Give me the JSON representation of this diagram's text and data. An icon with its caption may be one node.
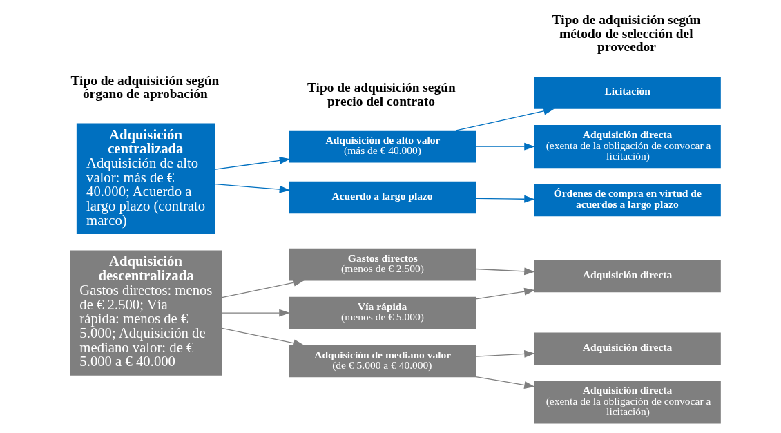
{
  "diagram": {
    "nodes": [
      {
        "text": [
          "Adquisición descentralizada",
          "Gastos directos: menos de € 2.500; Vía rápida: menos de € 5.000; Adquisición de mediano valor: de € 5.000 a € 40.000"
        ]
      },
      {
        "text": [
          "Adquisición centralizada",
          "Adquisición de alto valor: más de € 40.000; Acuerdo a largo plazo (contrato marco)"
        ]
      },
      {
        "text": [
          "Gastos directos",
          "(menos de € 2.500)"
        ]
      },
      {
        "text": [
          "Vía rápida",
          "(menos de € 5.000)"
        ]
      },
      {
        "text": [
          "Adquisición de mediano valor",
          "(de € 5.000 a € 40.000)"
        ]
      },
      {
        "text": [
          "Adquisición de alto valor",
          "(más de € 40.000)"
        ]
      },
      {
        "text": [
          "Acuerdo a largo plazo"
        ]
      },
      {
        "text": [
          "Adquisición directa"
        ]
      },
      {
        "text": [
          "Adquisición directa"
        ]
      },
      {
        "text": [
          "Adquisición directa",
          "(exenta de la obligación de convocar a licitación)"
        ]
      },
      {
        "text": [
          "Licitación"
        ]
      },
      {
        "text": [
          "Adquisición directa",
          "(exenta de la obligación de convocar a licitación)"
        ]
      },
      {
        "text": [
          "Órdenes de compra en virtud de acuerdos a largo plazo"
        ]
      }
    ],
    "edges": [
      {
        "from": 0,
        "to": 2,
        "arrow": "to"
      },
      {
        "from": 0,
        "to": 3,
        "arrow": "to"
      },
      {
        "from": 0,
        "to": 4,
        "arrow": "to"
      },
      {
        "from": 1,
        "to": 5,
        "arrow": "to",
        "color": "#0070c0"
      },
      {
        "from": 1,
        "to": 6,
        "arrow": "to",
        "color": "#0070c0"
      },
      {
        "from": 2,
        "to": 7,
        "arrow": "to"
      },
      {
        "from": 3,
        "to": 7,
        "arrow": "to"
      },
      {
        "from": 4,
        "to": 8,
        "arrow": "to"
      },
      {
        "from": 4,
        "to": 9,
        "arrow": "to"
      },
      {
        "from": 5,
        "to": 10,
        "arrow": "to",
        "color": "#0070c0"
      },
      {
        "from": 5,
        "to": 11,
        "arrow": "to",
        "color": "#0070c0"
      },
      {
        "from": 6,
        "to": 12,
        "arrow": "to",
        "color": "#0070c0"
      }
    ],
    "labels": [
      "Tipo de adquisición según órgano de aprobación",
      "Tipo de adquisición según precio del contrato",
      "Tipo de adquisición según método de selección del proveedor"
    ]
  }
}
